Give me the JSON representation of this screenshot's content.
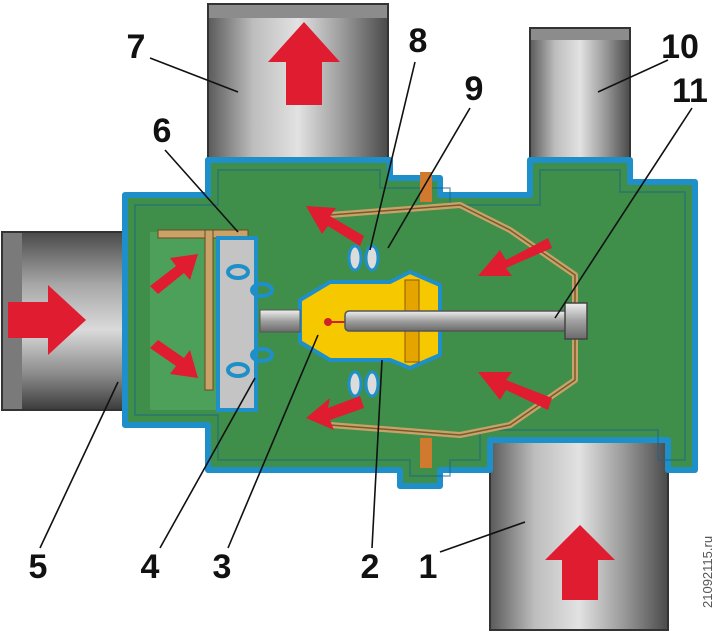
{
  "diagram": {
    "callouts": [
      "1",
      "2",
      "3",
      "4",
      "5",
      "6",
      "7",
      "8",
      "9",
      "10",
      "11"
    ],
    "watermark": "21092115.ru"
  },
  "colors": {
    "housing_fill": "#3f8f4a",
    "housing_outline": "#1e8fc8",
    "pipe_light": "#c8c8c8",
    "pipe_dark": "#555555",
    "flow_arrow": "#e01c30",
    "thermo_element": "#f5c800",
    "valve_frame": "#c9a26a"
  }
}
